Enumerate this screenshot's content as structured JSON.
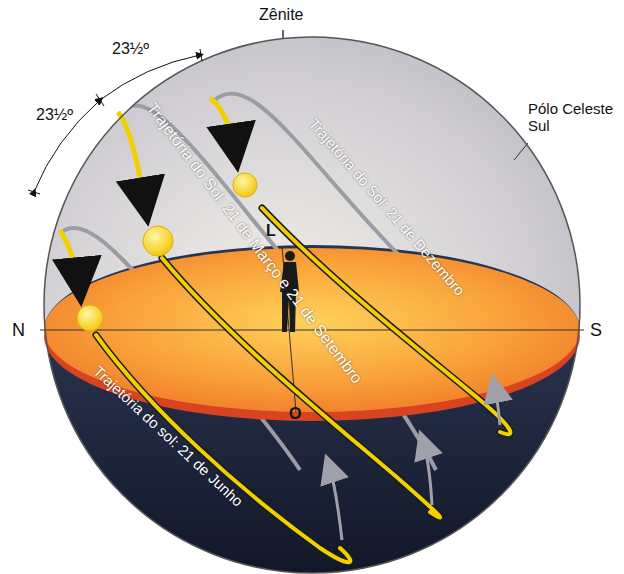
{
  "diagram": {
    "labels": [
      "Zênite",
      "23½º",
      "23½º",
      "Pólo Celeste Sul",
      "N",
      "S",
      "L",
      "O",
      "Trajetória do Sol: 21 de Dezembro",
      "Trajetória do Sol: 21 de Março e 21 de Setembro",
      "Trajetória do sol: 21 de Junho"
    ]
  }
}
